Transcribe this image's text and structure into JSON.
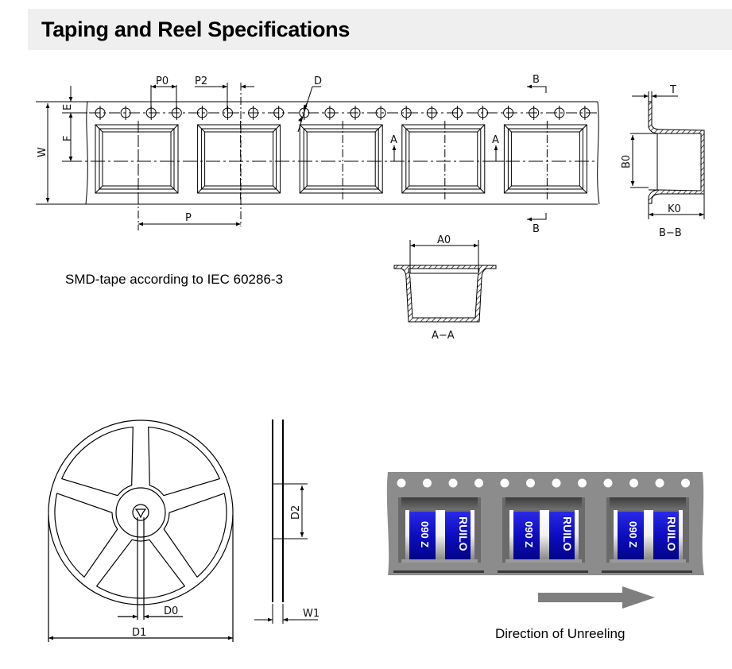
{
  "header": {
    "title": "Taping and Reel Specifications"
  },
  "tape_drawing": {
    "dimension_labels": {
      "P0": "P0",
      "P2": "P2",
      "D": "D",
      "E": "E",
      "F": "F",
      "W": "W",
      "P": "P",
      "section_A": "A",
      "section_B": "B"
    },
    "pocket_count": 5,
    "sprocket_hole_count": 20,
    "caption": "SMD-tape according to IEC 60286-3"
  },
  "section_bb": {
    "labels": {
      "T": "T",
      "B0": "B0",
      "K0": "K0"
    },
    "title": "B−B"
  },
  "section_aa": {
    "labels": {
      "A0": "A0"
    },
    "title": "A−A"
  },
  "reel_drawing": {
    "labels": {
      "D0": "D0",
      "D1": "D1",
      "D2": "D2",
      "W1": "W1"
    },
    "spoke_count": 5
  },
  "tape_photo": {
    "component_text_top": "RUILO",
    "component_text_bottom": "090 Z",
    "pocket_count": 3,
    "sprocket_hole_count": 12,
    "colors": {
      "tape": "#8c8c8c",
      "component_body": "#1414c8",
      "arrow": "#7f7f7f"
    },
    "caption": "Direction of Unreeling"
  }
}
